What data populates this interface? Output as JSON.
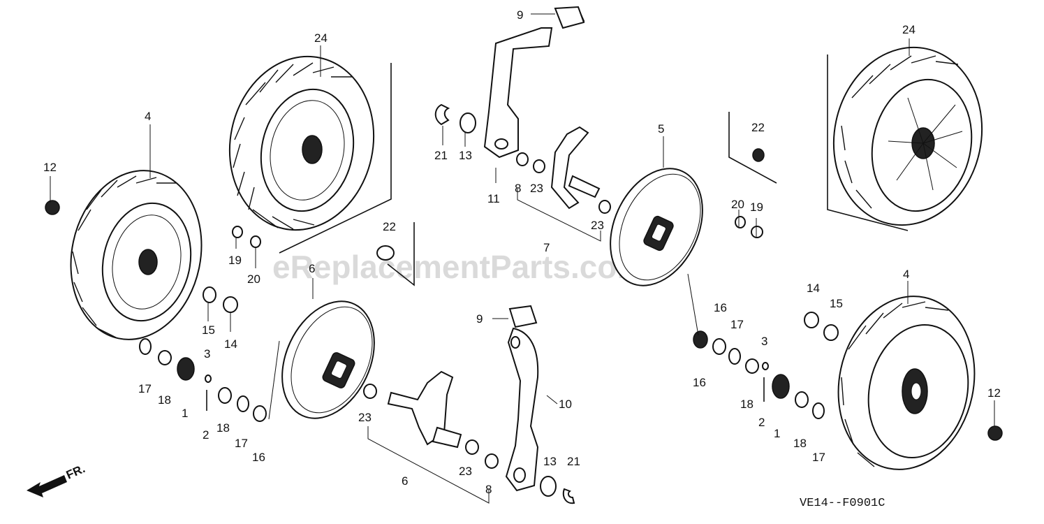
{
  "watermark": "eReplacementParts.com",
  "diagram_code": "VE14--F0901C",
  "direction_label": "FR.",
  "callouts": {
    "c_24_left": "24",
    "c_24_right": "24",
    "c_4_left": "4",
    "c_4_right": "4",
    "c_12_left": "12",
    "c_12_right": "12",
    "c_9_top": "9",
    "c_9_bottom": "9",
    "c_21_top": "21",
    "c_21_bottom": "21",
    "c_13_top": "13",
    "c_13_bottom": "13",
    "c_11": "11",
    "c_10": "10",
    "c_8_top": "8",
    "c_8_bottom": "8",
    "c_23_a": "23",
    "c_23_b": "23",
    "c_23_c": "23",
    "c_23_d": "23",
    "c_7": "7",
    "c_6_ring": "6",
    "c_6_bottom": "6",
    "c_5": "5",
    "c_22_mid": "22",
    "c_22_right": "22",
    "c_19_left": "19",
    "c_19_right": "19",
    "c_20_left": "20",
    "c_20_right": "20",
    "c_15_left": "15",
    "c_15_right": "15",
    "c_14_left": "14",
    "c_14_right": "14",
    "c_3_left": "3",
    "c_3_right": "3",
    "c_17_a": "17",
    "c_17_b": "17",
    "c_17_c": "17",
    "c_17_d": "17",
    "c_18_a": "18",
    "c_18_b": "18",
    "c_18_c": "18",
    "c_18_d": "18",
    "c_1_left": "1",
    "c_1_right": "1",
    "c_2_left": "2",
    "c_2_right": "2",
    "c_16_left": "16",
    "c_16_right": "16"
  }
}
